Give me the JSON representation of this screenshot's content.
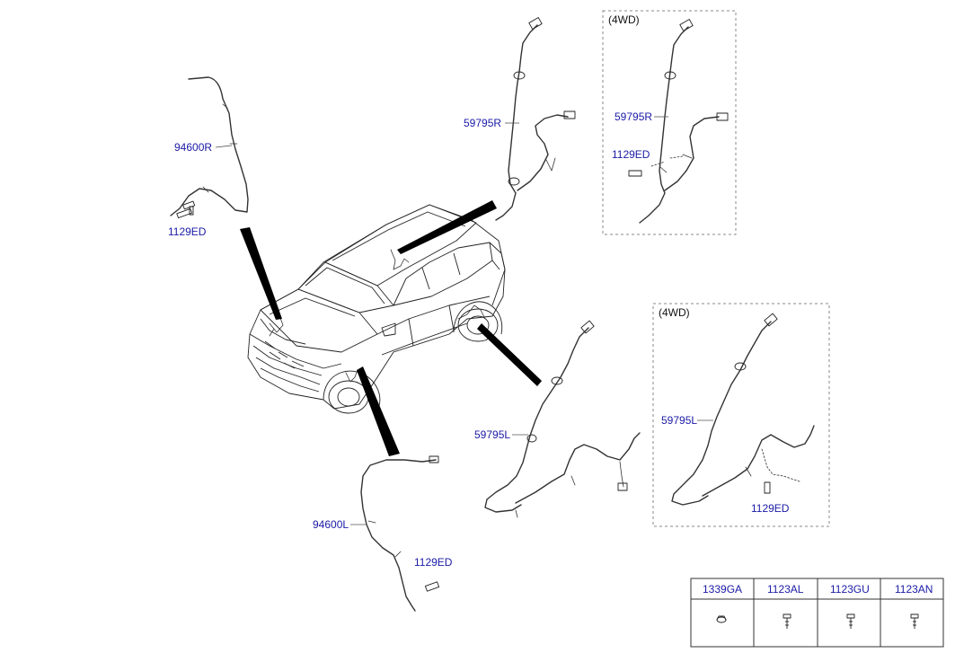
{
  "labels": {
    "wire_front_right": "94600R",
    "bolt_front_right": "1129ED",
    "wire_rear_right": "59795R",
    "wire_rear_right_4wd": "59795R",
    "bolt_rear_right_4wd": "1129ED",
    "wire_rear_left": "59795L",
    "wire_rear_left_4wd": "59795L",
    "bolt_rear_left_4wd": "1129ED",
    "wire_front_left": "94600L",
    "bolt_front_left": "1129ED"
  },
  "boxes": {
    "top_4wd": "(4WD)",
    "bottom_4wd": "(4WD)"
  },
  "parts_table": {
    "headers": [
      "1339GA",
      "1123AL",
      "1123GU",
      "1123AN"
    ]
  }
}
